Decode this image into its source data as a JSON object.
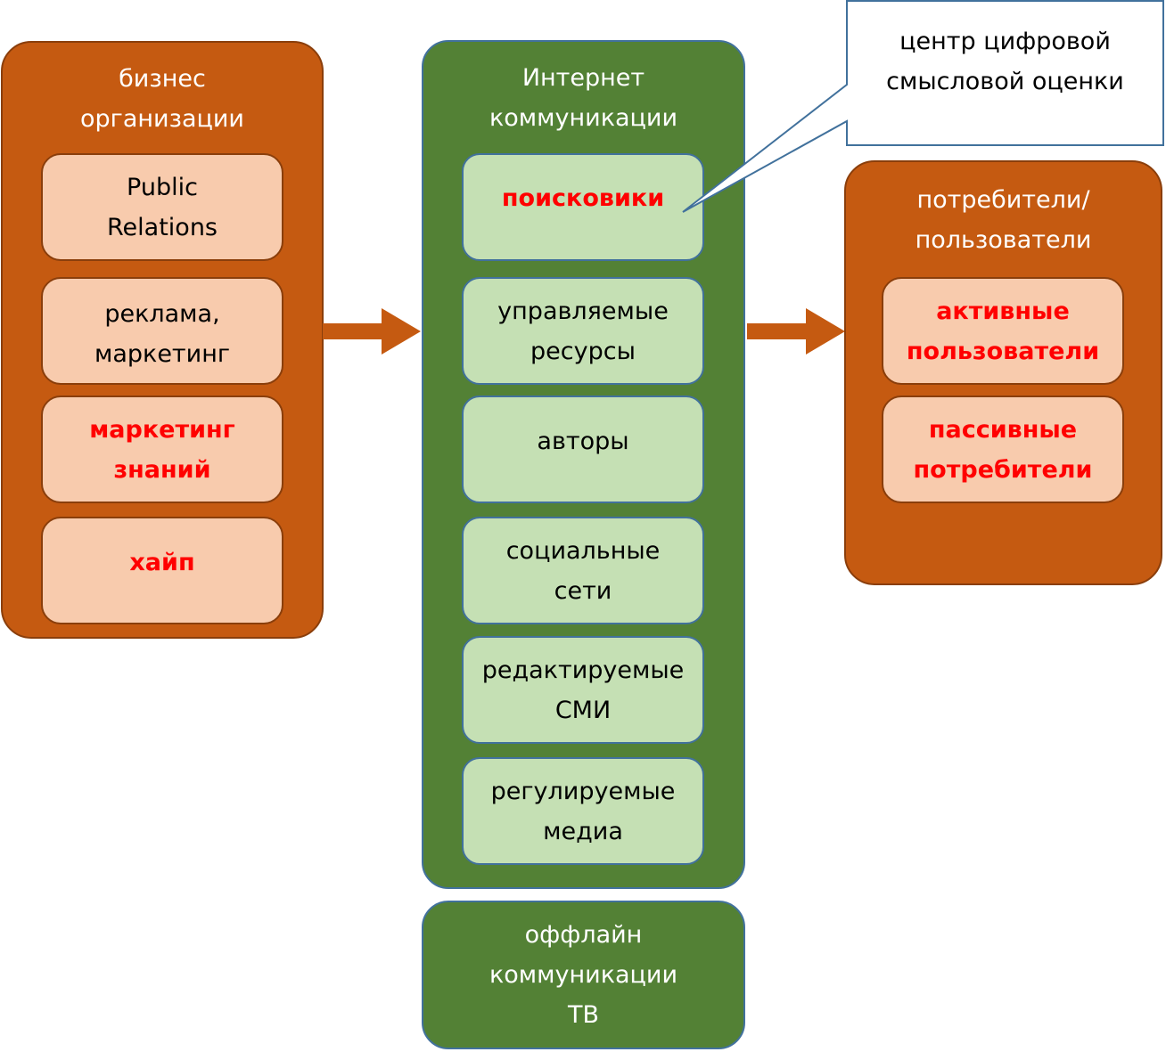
{
  "colors": {
    "orange_panel": "#c55a11",
    "peach_box": "#f8cbad",
    "green_panel": "#538135",
    "light_green_box": "#c5e0b4",
    "highlight_text": "#ff0000",
    "callout_border": "#41719c"
  },
  "business": {
    "title_line1": "бизнес",
    "title_line2": "организации",
    "items": [
      {
        "line1": "Public",
        "line2": "Relations",
        "highlight": false
      },
      {
        "line1": "реклама,",
        "line2": "маркетинг",
        "highlight": false
      },
      {
        "line1": "маркетинг",
        "line2": "знаний",
        "highlight": true
      },
      {
        "line1": "хайп",
        "line2": "",
        "highlight": true
      }
    ]
  },
  "internet": {
    "title_line1": "Интернет",
    "title_line2": "коммуникации",
    "items": [
      {
        "line1": "поисковики",
        "line2": "",
        "highlight": true
      },
      {
        "line1": "управляемые",
        "line2": "ресурсы",
        "highlight": false
      },
      {
        "line1": "авторы",
        "line2": "",
        "highlight": false
      },
      {
        "line1": "социальные",
        "line2": "сети",
        "highlight": false
      },
      {
        "line1": "редактируемые",
        "line2": "СМИ",
        "highlight": false
      },
      {
        "line1": "регулируемые",
        "line2": "медиа",
        "highlight": false
      }
    ]
  },
  "offline": {
    "line1": "оффлайн",
    "line2": "коммуникации",
    "line3": "ТВ"
  },
  "consumers": {
    "title_line1": "потребители/",
    "title_line2": "пользователи",
    "items": [
      {
        "line1": "активные",
        "line2": "пользователи",
        "highlight": true
      },
      {
        "line1": "пассивные",
        "line2": "потребители",
        "highlight": true
      }
    ]
  },
  "callout": {
    "line1": "центр цифровой",
    "line2": "смысловой оценки"
  },
  "arrows": [
    {
      "from": "business",
      "to": "internet",
      "icon": "right-arrow-icon"
    },
    {
      "from": "internet",
      "to": "consumers",
      "icon": "right-arrow-icon"
    }
  ]
}
